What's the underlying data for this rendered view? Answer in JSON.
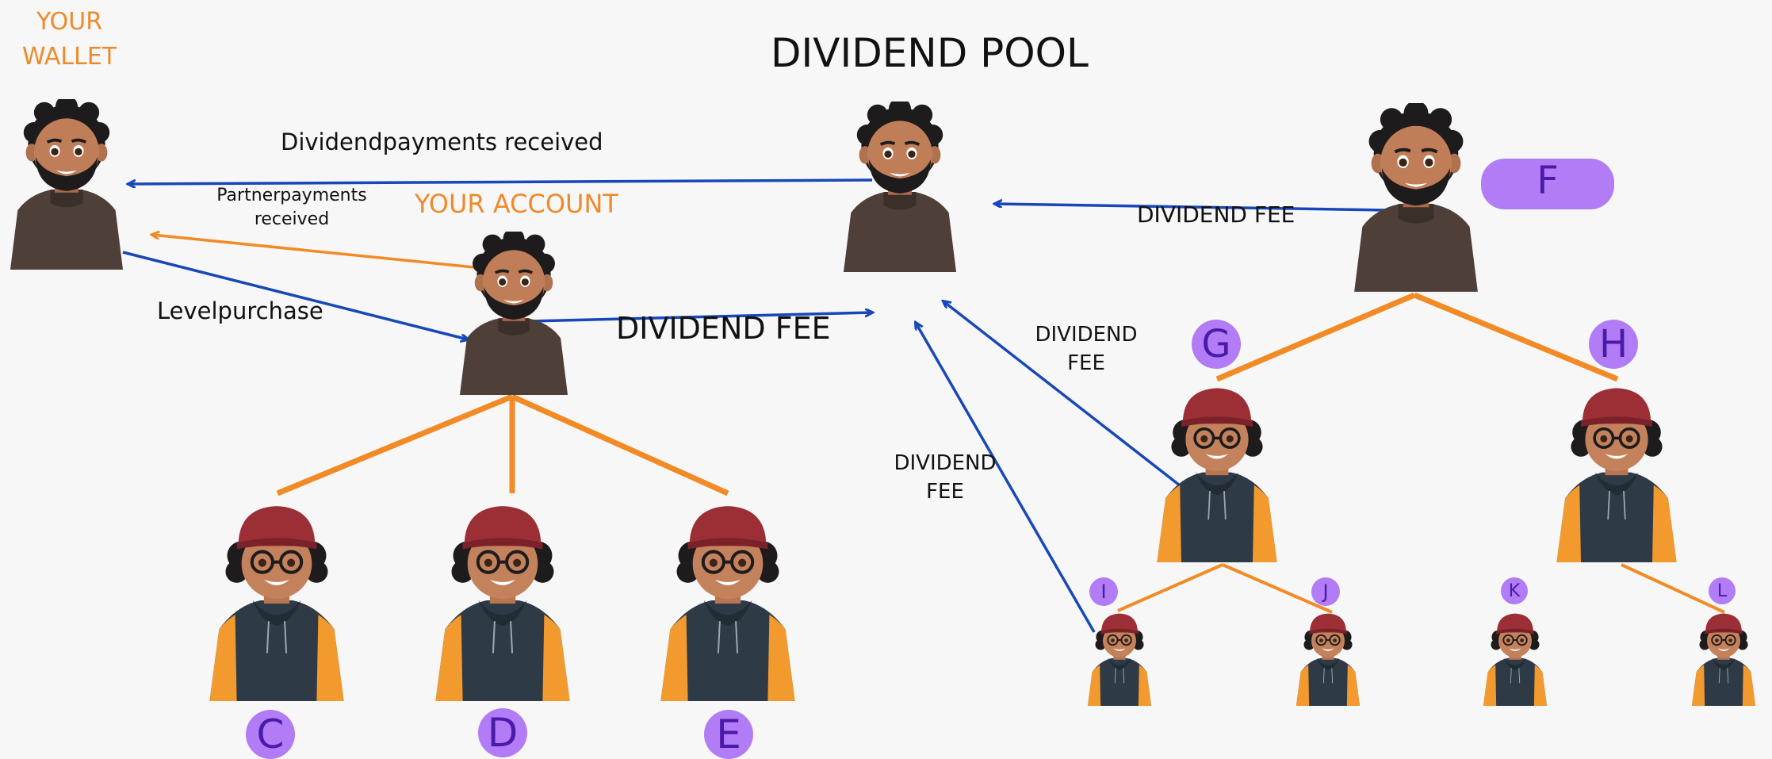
{
  "title": "DIVIDEND POOL",
  "wallet_label": "YOUR\nWALLET",
  "account_label": "YOUR ACCOUNT",
  "labels": {
    "dividend_received": "Dividendpayments received",
    "partner_received": "Partnerpayments\nreceived",
    "levelpurchase": "Levelpurchase",
    "dividend_fee_main": "DIVIDEND FEE",
    "dividend_fee_f": "DIVIDEND FEE",
    "dividend_fee_g": "DIVIDEND\nFEE",
    "dividend_fee_i": "DIVIDEND\nFEE"
  },
  "nodes": {
    "C": "C",
    "D": "D",
    "E": "E",
    "F": "F",
    "G": "G",
    "H": "H",
    "I": "I",
    "J": "J",
    "K": "K",
    "L": "L"
  },
  "colors": {
    "blue_arrow": "#1747b8",
    "orange_line": "#f28a25",
    "badge": "#b17cf5",
    "badge_text": "#4a1aa8",
    "label_orange": "#ef8a2a"
  }
}
